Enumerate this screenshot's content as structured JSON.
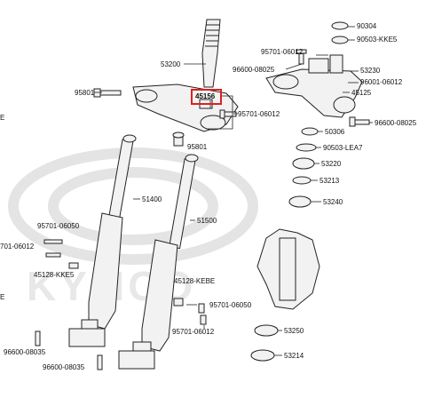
{
  "colors": {
    "line": "#222222",
    "fill": "#f2f2f2",
    "watermark": "#e6e6e6",
    "highlight": "#e02020"
  },
  "watermark": {
    "text": "KYMCO",
    "icon": "kymco-wing-logo"
  },
  "labels": {
    "p53200": "53200",
    "p95801_top": "95801",
    "p45156": "45156",
    "p96600_08025_top": "96600-08025",
    "p95701_06012_top": "95701-06012",
    "p95701_06012_mid": "95701-06012",
    "p95801_mid": "95801",
    "p90304": "90304",
    "p90503_kkee5": "90503-KKE5",
    "p53230": "53230",
    "p96001_06012": "96001-06012",
    "p45125": "45125",
    "p96600_08025_right": "96600-08025",
    "p50306": "50306",
    "p90503_lea7": "90503-LEA7",
    "p53220": "53220",
    "p53213": "53213",
    "p53240": "53240",
    "p51400": "51400",
    "p51500": "51500",
    "p95701_06050_left": "95701-06050",
    "p701_06012": "701-06012",
    "p45128_kke5": "45128-KKE5",
    "p45128_kebe": "45128-KEBE",
    "p95701_06050_mid": "95701-06050",
    "p95701_06012_bot": "95701-06012",
    "p53250": "53250",
    "p53214": "53214",
    "p96600_08035_a": "96600-08035",
    "p96600_08035_b": "96600-08035",
    "edge_e1": "E",
    "edge_e2": "E"
  }
}
